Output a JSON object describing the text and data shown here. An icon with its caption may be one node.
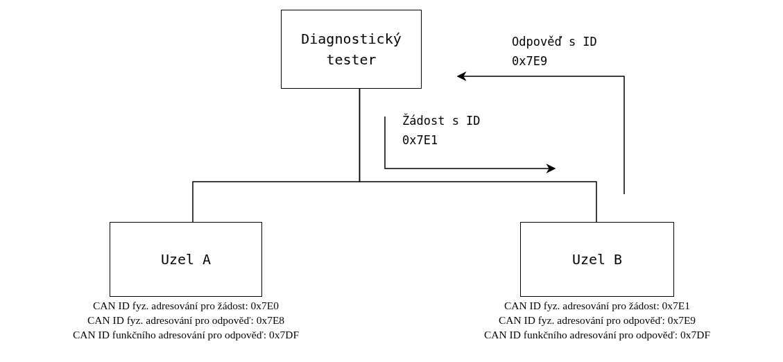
{
  "diagram": {
    "nodes": [
      {
        "text": [
          "Diagnostický tester"
        ]
      },
      {
        "text": [
          "Uzel A"
        ],
        "beside": [
          "CAN ID fyz. adresování pro žádost: 0x7E0",
          "CAN ID fyz. adresování pro odpověď: 0x7E8",
          "CAN ID funkčního adresování pro odpověď: 0x7DF"
        ]
      },
      {
        "text": [
          "Uzel B"
        ],
        "beside": [
          "CAN ID fyz. adresování pro žádost: 0x7E1",
          "CAN ID fyz. adresování pro odpověď: 0x7E9",
          "CAN ID funkčního adresování pro odpověď: 0x7DF"
        ]
      }
    ],
    "edges": [
      {
        "from": 0,
        "to": 1,
        "arrow": "none"
      },
      {
        "from": 0,
        "to": 2,
        "arrow": "none"
      }
    ],
    "labels": [
      "Odpověď s ID 0x7E9",
      "Žádost s ID 0x7E1"
    ]
  }
}
